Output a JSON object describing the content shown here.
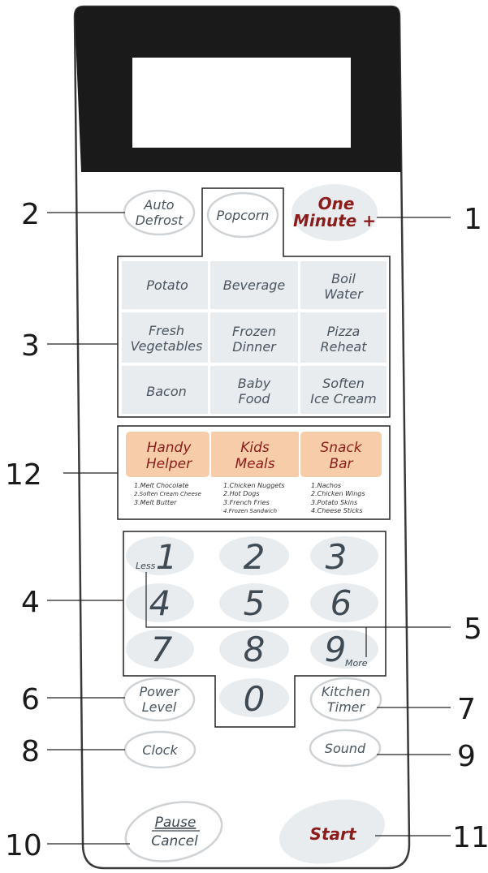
{
  "buttons": {
    "auto_defrost": {
      "line1": "Auto",
      "line2": "Defrost"
    },
    "popcorn": {
      "label": "Popcorn"
    },
    "one_minute": {
      "line1": "One",
      "line2": "Minute +"
    },
    "potato": {
      "label": "Potato"
    },
    "beverage": {
      "label": "Beverage"
    },
    "boil_water": {
      "line1": "Boil",
      "line2": "Water"
    },
    "fresh_vegetables": {
      "line1": "Fresh",
      "line2": "Vegetables"
    },
    "frozen_dinner": {
      "line1": "Frozen",
      "line2": "Dinner"
    },
    "pizza_reheat": {
      "line1": "Pizza",
      "line2": "Reheat"
    },
    "bacon": {
      "label": "Bacon"
    },
    "baby_food": {
      "line1": "Baby",
      "line2": "Food"
    },
    "soften_ice_cream": {
      "line1": "Soften",
      "line2": "Ice Cream"
    },
    "handy_helper": {
      "line1": "Handy",
      "line2": "Helper",
      "items": [
        "1.Melt Chocolate",
        "2.Soften Cream Cheese",
        "3.Melt Butter"
      ]
    },
    "kids_meals": {
      "line1": "Kids",
      "line2": "Meals",
      "items": [
        "1.Chicken Nuggets",
        "2.Hot Dogs",
        "3.French Fries",
        "4.Frozen Sandwich"
      ]
    },
    "snack_bar": {
      "line1": "Snack",
      "line2": "Bar",
      "items": [
        "1.Nachos",
        "2.Chicken Wings",
        "3.Potato Skins",
        "4.Cheese Sticks"
      ]
    },
    "digits": [
      "1",
      "2",
      "3",
      "4",
      "5",
      "6",
      "7",
      "8",
      "9",
      "0"
    ],
    "less": "Less",
    "more": "More",
    "power_level": {
      "line1": "Power",
      "line2": "Level"
    },
    "kitchen_timer": {
      "line1": "Kitchen",
      "line2": "Timer"
    },
    "clock": {
      "label": "Clock"
    },
    "sound": {
      "label": "Sound"
    },
    "pause_cancel": {
      "line1": "Pause",
      "line2": "Cancel"
    },
    "start": {
      "label": "Start"
    }
  },
  "callouts": [
    "1",
    "2",
    "3",
    "4",
    "5",
    "6",
    "7",
    "8",
    "9",
    "10",
    "11",
    "12"
  ],
  "colors": {
    "display": "#1a1a1a",
    "key_fill": "#e9ecee",
    "accent_text": "#8b1c1c",
    "helper_fill": "#f6cda8",
    "text": "#4a5560"
  }
}
